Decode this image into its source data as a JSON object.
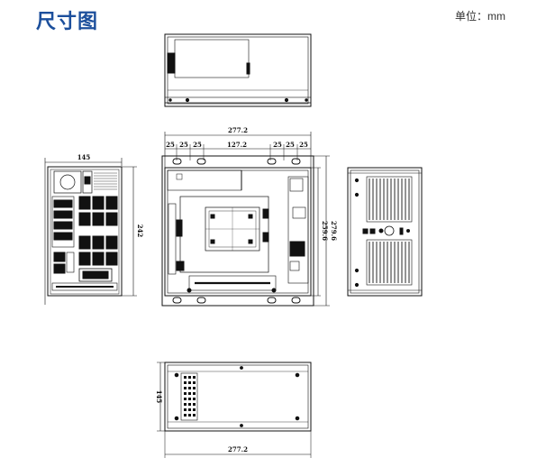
{
  "page": {
    "title": "尺寸图",
    "unit_label": "单位：mm",
    "accent_color": "#1c4f9c"
  },
  "dimensions": {
    "front_overall_width": "277.2",
    "front_hole_spacing_1": "25",
    "front_hole_spacing_2": "25",
    "front_hole_spacing_3": "25",
    "front_center_span": "127.2",
    "front_hole_spacing_4": "25",
    "front_hole_spacing_5": "25",
    "front_hole_spacing_6": "25",
    "front_height_outer": "279.6",
    "front_height_inner": "259.6",
    "side_depth": "145",
    "side_height": "242",
    "bottom_depth": "145",
    "bottom_width": "277.2"
  },
  "views": [
    {
      "name": "top-view"
    },
    {
      "name": "side-view-io"
    },
    {
      "name": "front-view"
    },
    {
      "name": "rear-panel-view"
    },
    {
      "name": "bottom-view"
    }
  ]
}
